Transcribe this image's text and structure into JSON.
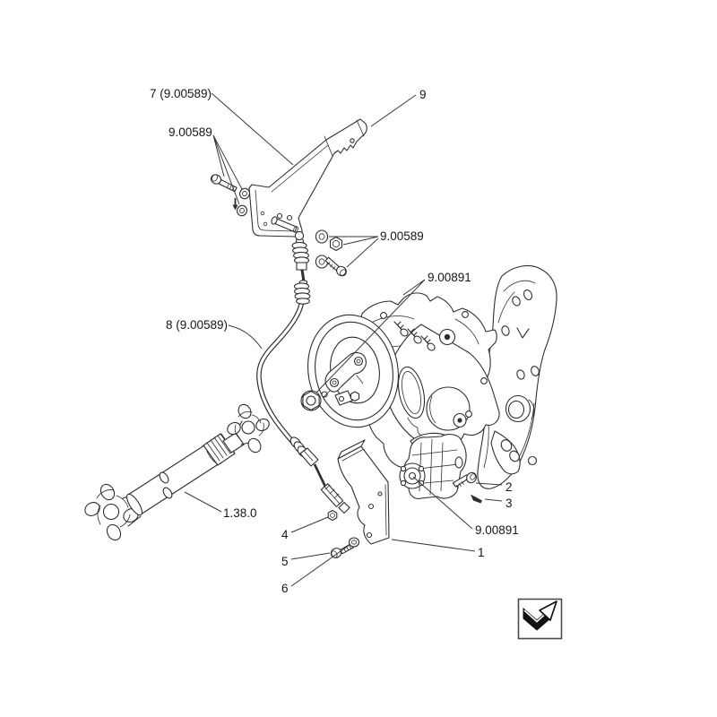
{
  "page": {
    "background": "#ffffff",
    "line_color": "#2e2e2e",
    "label_color": "#161616"
  },
  "diagram": {
    "type": "exploded-parts-line-drawing",
    "callouts": [
      {
        "id": "callout-7",
        "text": "7 (9.00589)"
      },
      {
        "id": "callout-9",
        "text": "9"
      },
      {
        "id": "callout-900589-left",
        "text": "9.00589"
      },
      {
        "id": "callout-900589-right",
        "text": "9.00589"
      },
      {
        "id": "callout-8",
        "text": "8 (9.00589)"
      },
      {
        "id": "callout-900891-top",
        "text": "9.00891"
      },
      {
        "id": "callout-1380",
        "text": "1.38.0"
      },
      {
        "id": "callout-4",
        "text": "4"
      },
      {
        "id": "callout-5",
        "text": "5"
      },
      {
        "id": "callout-6",
        "text": "6"
      },
      {
        "id": "callout-2",
        "text": "2"
      },
      {
        "id": "callout-3",
        "text": "3"
      },
      {
        "id": "callout-900891-bottom",
        "text": "9.00891"
      },
      {
        "id": "callout-1",
        "text": "1"
      }
    ],
    "corner_icon": {
      "name": "direction-arrow-icon",
      "color": "#111111"
    }
  }
}
